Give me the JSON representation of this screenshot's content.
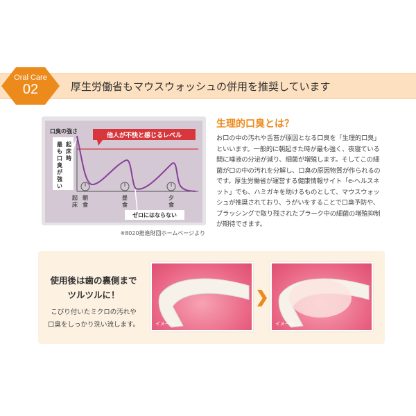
{
  "header": {
    "badge_label": "Oral Care",
    "badge_number": "02",
    "title": "厚生労働省もマウスウォッシュの併用を推奨しています"
  },
  "chart": {
    "ylabel": "口臭の強さ",
    "threshold_label": "他人が不快と感じるレベル",
    "wake_callout": "起床時最も口臭が強い",
    "zero_callout": "ゼロにはならない",
    "x_labels": [
      "起床",
      "朝食",
      "昼食",
      "夕食"
    ],
    "source": "※8020推進財団ホームページより",
    "line_color": "#8a3d99",
    "threshold_color": "#d7373c"
  },
  "info": {
    "title": "生理的口臭とは？",
    "body": "お口の中の汚れや舌苔が原因となる口臭を「生理的口臭」といいます。一般的に朝起きた時が最も強く、夜寝ている間に唾液の分泌が減り、細菌が増殖します。そしてこの細菌が口の中の汚れを分解し、口臭の原因物質が作られるのです。厚生労働省が運営する健康情報サイト「e-ヘルスネット」でも、ハミガキを助けるものとして、マウスウォッシュが推奨されており、うがいをすることで口臭予防や、ブラッシングで取り残されたプラーク中の細菌の増殖抑制が期待できます。"
  },
  "feature": {
    "heading_line1": "使用後は歯の裏側まで",
    "heading_line2": "ツルツルに！",
    "desc_line1": "こびり付いたミクロの汚れや",
    "desc_line2": "口臭をしっかり洗い流します。",
    "image_before_label": "イメージ",
    "image_after_label": "イメージ"
  },
  "colors": {
    "accent": "#ec8a1c",
    "band": "#fde0c0"
  }
}
